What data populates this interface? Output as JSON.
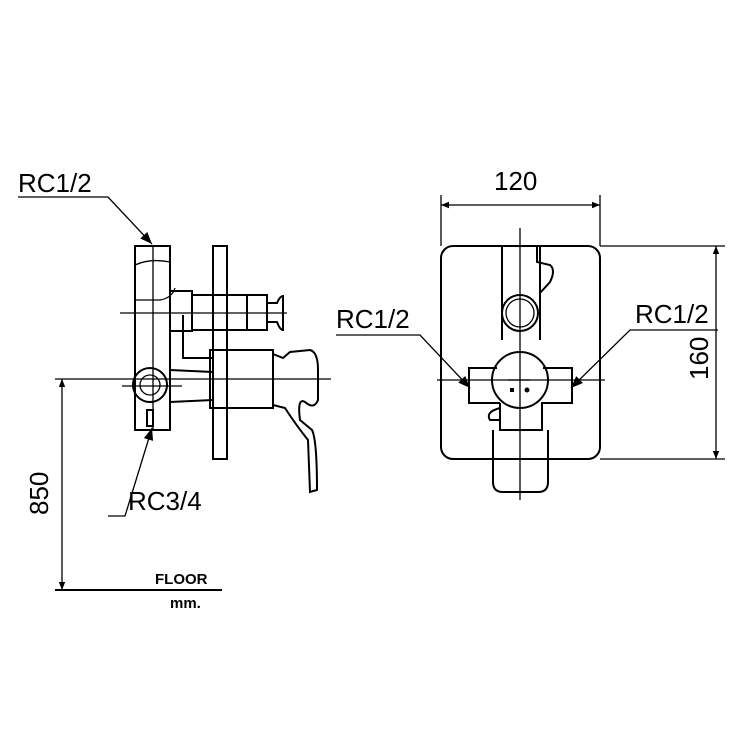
{
  "labels": {
    "side_top_inlet": "RC1/2",
    "side_bottom_outlet": "RC3/4",
    "front_left_inlet": "RC1/2",
    "front_right_inlet": "RC1/2",
    "width_dim": "120",
    "height_dim": "160",
    "install_height_dim": "850",
    "floor": "FLOOR",
    "units": "mm."
  }
}
